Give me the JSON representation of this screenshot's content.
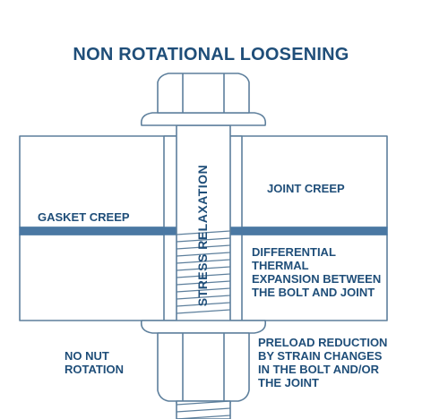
{
  "title": "NON ROTATIONAL LOOSENING",
  "labels": {
    "stress_relaxation": "STRESS RELAXATION",
    "joint_creep": "JOINT CREEP",
    "gasket_creep": "GASKET CREEP",
    "differential_thermal": [
      "DIFFERENTIAL",
      "THERMAL",
      "EXPANSION BETWEEN",
      "THE BOLT AND JOINT"
    ],
    "no_nut_rotation": [
      "NO NUT",
      "ROTATION"
    ],
    "preload_reduction": [
      "PRELOAD REDUCTION",
      "BY STRAIN CHANGES",
      "IN THE BOLT AND/OR",
      "THE JOINT"
    ]
  },
  "colors": {
    "outline": "#5d7f9c",
    "text": "#1f4e79",
    "gasket": "#4a78a3"
  }
}
